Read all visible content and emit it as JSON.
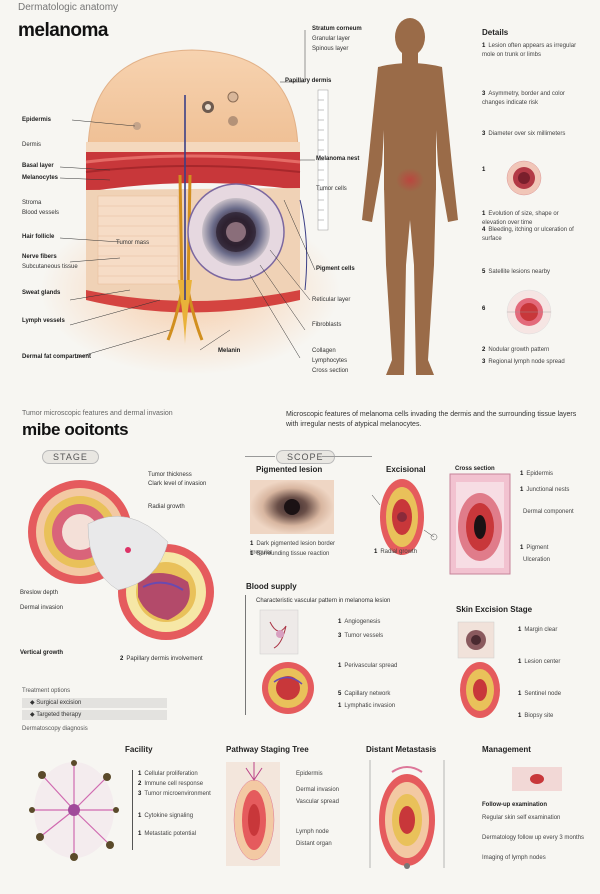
{
  "header": {
    "subtitle": "Dermatologic anatomy",
    "title": "melanoma"
  },
  "skin_section": {
    "left_labels": [
      "Epidermis",
      "Dermis",
      "Basal layer",
      "Melanocytes",
      "Stroma",
      "Blood vessels",
      "Hair follicle",
      "Nerve fibers",
      "Subcutaneous tissue",
      "Sweat glands",
      "Lymph vessels",
      "Dermal fat compartment"
    ],
    "top_labels": [
      "Stratum corneum",
      "Granular layer",
      "Spinous layer",
      "Papillary dermis"
    ],
    "right_labels": [
      "Melanoma nest",
      "Tumor cells",
      "Pigment cells",
      "Reticular layer",
      "Fibroblasts",
      "Collagen",
      "Lymphocytes",
      "Cross section"
    ],
    "inner_label": "Tumor mass",
    "bottom_label": "Melanin"
  },
  "body_figure": {
    "title": "Details",
    "notes": [
      {
        "n": "1",
        "text": "Lesion often appears as irregular mole on trunk or limbs"
      },
      {
        "n": "3",
        "text": "Asymmetry, border and color changes indicate risk"
      },
      {
        "n": "3",
        "text": "Diameter over six millimeters"
      },
      {
        "n": "1",
        "text": ""
      },
      {
        "n": "1",
        "text": "Evolution of size, shape or elevation over time"
      },
      {
        "n": "4",
        "text": "Bleeding, itching or ulceration of surface"
      },
      {
        "n": "5",
        "text": "Satellite lesions nearby"
      },
      {
        "n": "6",
        "text": ""
      },
      {
        "n": "2",
        "text": "Nodular growth pattern"
      },
      {
        "n": "3",
        "text": "Regional lymph node spread"
      }
    ]
  },
  "middle": {
    "left_caption": "Tumor microscopic features and dermal invasion",
    "section_title": "mibe ooitonts",
    "intro": "Microscopic features of melanoma cells invading the dermis and the surrounding tissue layers with irregular nests of atypical melanocytes.",
    "stage_pill": "STAGE",
    "scope_pill": "SCOPE",
    "pigmented_title": "Pigmented lesion",
    "excisional_title": "Excisional",
    "section_label": "Cross section",
    "circle_labels": [
      "Tumor thickness",
      "Clark level of invasion",
      "Radial growth",
      "Breslow depth",
      "Dermal invasion",
      "Vertical growth"
    ],
    "circle_bottom_label": "Papillary dermis involvement",
    "circle_num_2": "2",
    "pigmented_notes": [
      {
        "n": "1",
        "text": "Dark pigmented lesion border irregular"
      },
      {
        "n": "1",
        "text": "Surrounding tissue reaction"
      }
    ],
    "right_notes": [
      {
        "n": "1",
        "text": "Epidermis"
      },
      {
        "n": "1",
        "text": "Junctional nests"
      },
      {
        "n": "",
        "text": "Dermal component"
      },
      {
        "n": "1",
        "text": "Pigment"
      },
      {
        "n": "",
        "text": "Ulceration"
      }
    ]
  },
  "lower": {
    "blood_title": "Blood supply",
    "blood_caption": "Characteristic vascular pattern in melanoma lesion",
    "blood_notes": [
      {
        "n": "1",
        "text": "Angiogenesis"
      },
      {
        "n": "3",
        "text": "Tumor vessels"
      },
      {
        "n": "1",
        "text": "Perivascular spread"
      },
      {
        "n": "5",
        "text": "Capillary network"
      },
      {
        "n": "1",
        "text": "Lymphatic invasion"
      }
    ],
    "excision_title": "Skin Excision Stage",
    "excision_notes": [
      {
        "n": "1",
        "text": "Margin clear"
      },
      {
        "n": "1",
        "text": "Lesion center"
      },
      {
        "n": "1",
        "text": "Sentinel node"
      },
      {
        "n": "1",
        "text": "Biopsy site"
      }
    ]
  },
  "legend": {
    "title": "Treatment options",
    "items": [
      "Surgical excision",
      "Targeted therapy"
    ],
    "footer": "Dermatoscopy diagnosis"
  },
  "bottom": {
    "col1_title": "Facility",
    "col1_notes": [
      {
        "n": "1",
        "text": "Cellular proliferation"
      },
      {
        "n": "2",
        "text": "Immune cell response"
      },
      {
        "n": "3",
        "text": "Tumor microenvironment"
      },
      {
        "n": "1",
        "text": "Cytokine signaling"
      },
      {
        "n": "1",
        "text": "Metastatic potential"
      }
    ],
    "col2_title": "Pathway Staging Tree",
    "col2_notes": [
      "Epidermis",
      "Dermal invasion",
      "Vascular spread",
      "Lymph node",
      "Distant organ"
    ],
    "col3_title": "Distant Metastasis",
    "col4_title": "Management",
    "col4_subtitle": "Follow-up examination",
    "col4_notes": [
      "Regular skin self examination",
      "Dermatology follow up every 3 months",
      "Imaging of lymph nodes"
    ]
  },
  "colors": {
    "skin": "#f3c9a3",
    "tumor": "#3a2a3a",
    "figure": "#9a6b48",
    "red": "#c8373a",
    "yellow": "#e9c15a"
  }
}
